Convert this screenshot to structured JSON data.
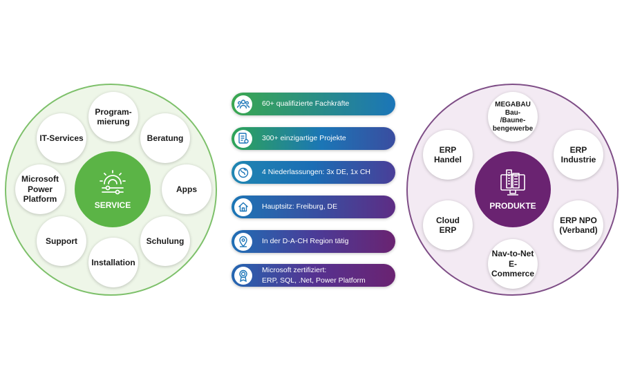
{
  "service": {
    "hub_label": "SERVICE",
    "hub_icon": "gear-sliders-icon",
    "nodes": [
      "Program-\nmierung",
      "Beratung",
      "Apps",
      "Schulung",
      "Installation",
      "Support",
      "Microsoft\nPower\nPlatform",
      "IT-Services"
    ]
  },
  "facts": [
    {
      "icon": "team-icon",
      "lines": [
        "60+ qualifizierte Fachkräfte"
      ]
    },
    {
      "icon": "project-document-icon",
      "lines": [
        "300+ einzigartige Projekte"
      ]
    },
    {
      "icon": "globe-icon",
      "lines": [
        "4 Niederlassungen: 3x DE, 1x CH"
      ]
    },
    {
      "icon": "home-icon",
      "lines": [
        "Hauptsitz: Freiburg, DE"
      ]
    },
    {
      "icon": "location-pin-icon",
      "lines": [
        "In der D-A-CH Region tätig"
      ]
    },
    {
      "icon": "certificate-award-icon",
      "lines": [
        "Microsoft zertifiziert:",
        "ERP, SQL, .Net, Power Platform"
      ]
    }
  ],
  "produkte": {
    "hub_label": "PRODUKTE",
    "hub_icon": "building-monitor-icon",
    "nodes": [
      "MEGABAU\nBau-\n/Baune-\nbengewerbe",
      "ERP\nIndustrie",
      "ERP NPO\n(Verband)",
      "Nav-to-Net\nE-Commerce",
      "Cloud\nERP",
      "ERP\nHandel"
    ]
  },
  "colors": {
    "service_green": "#5bb446",
    "service_ring": "#7dc06a",
    "service_fill": "#eef6e8",
    "produkte_purple": "#6a2371",
    "produkte_ring": "#7e4d86",
    "produkte_fill": "#f3eaf3",
    "pill_start": "#3aa74f",
    "pill_mid": "#1b75b8",
    "pill_end": "#6a2371"
  }
}
